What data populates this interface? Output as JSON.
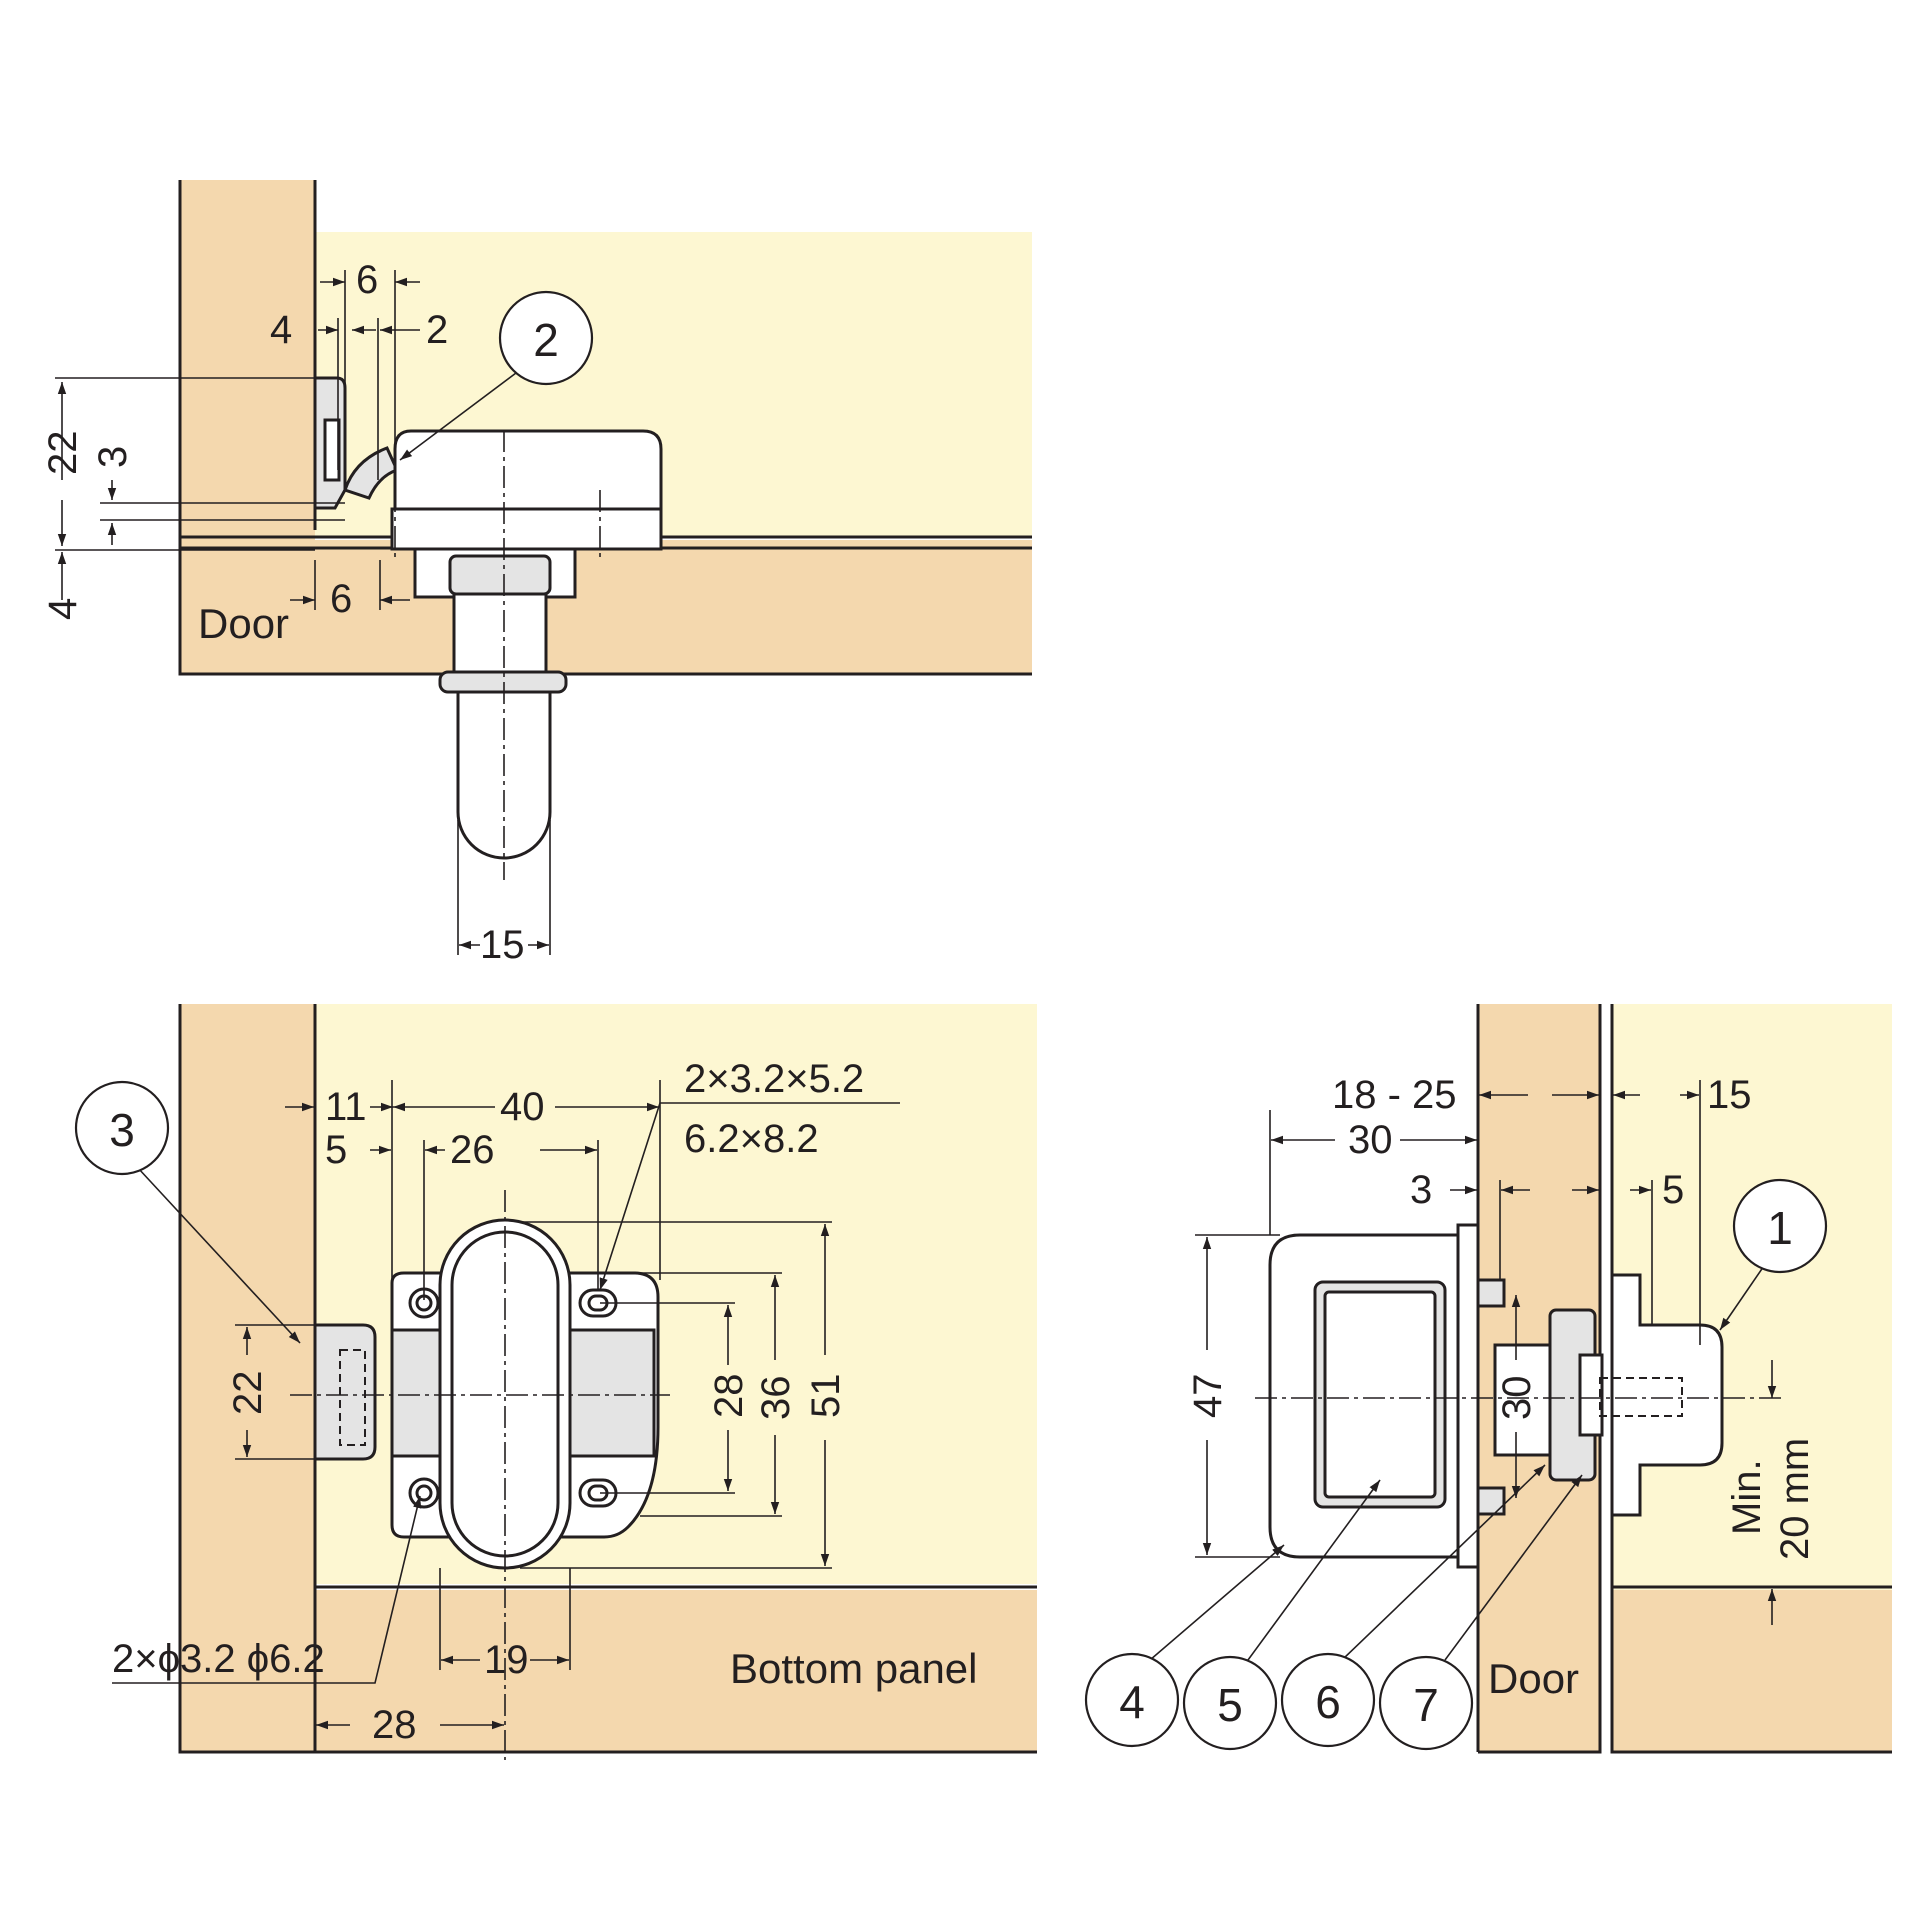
{
  "top_view": {
    "dims": {
      "d6_top": "6",
      "d4": "4",
      "d2": "2",
      "d22": "22",
      "d3": "3",
      "d4_side": "4",
      "d6_bottom": "6",
      "d15": "15"
    },
    "labels": {
      "door": "Door"
    },
    "callouts": [
      "2"
    ]
  },
  "bottom_left_view": {
    "dims": {
      "d11": "11",
      "d40": "40",
      "d5": "5",
      "d26": "26",
      "slot_a": "2×3.2×5.2",
      "slot_b": "6.2×8.2",
      "d22": "22",
      "d28_v": "28",
      "d36": "36",
      "d51": "51",
      "holes": "2×ϕ3.2 ϕ6.2",
      "d19": "19",
      "d28_h": "28"
    },
    "labels": {
      "bottom_panel": "Bottom panel"
    },
    "callouts": [
      "3"
    ]
  },
  "side_view": {
    "dims": {
      "d18_25": "18 - 25",
      "d15": "15",
      "d30_h": "30",
      "d3": "3",
      "d5": "5",
      "d47": "47",
      "d30_v": "30",
      "min_a": "Min.",
      "min_b": "20 mm"
    },
    "labels": {
      "door": "Door"
    },
    "callouts": [
      "1",
      "4",
      "5",
      "6",
      "7"
    ]
  }
}
